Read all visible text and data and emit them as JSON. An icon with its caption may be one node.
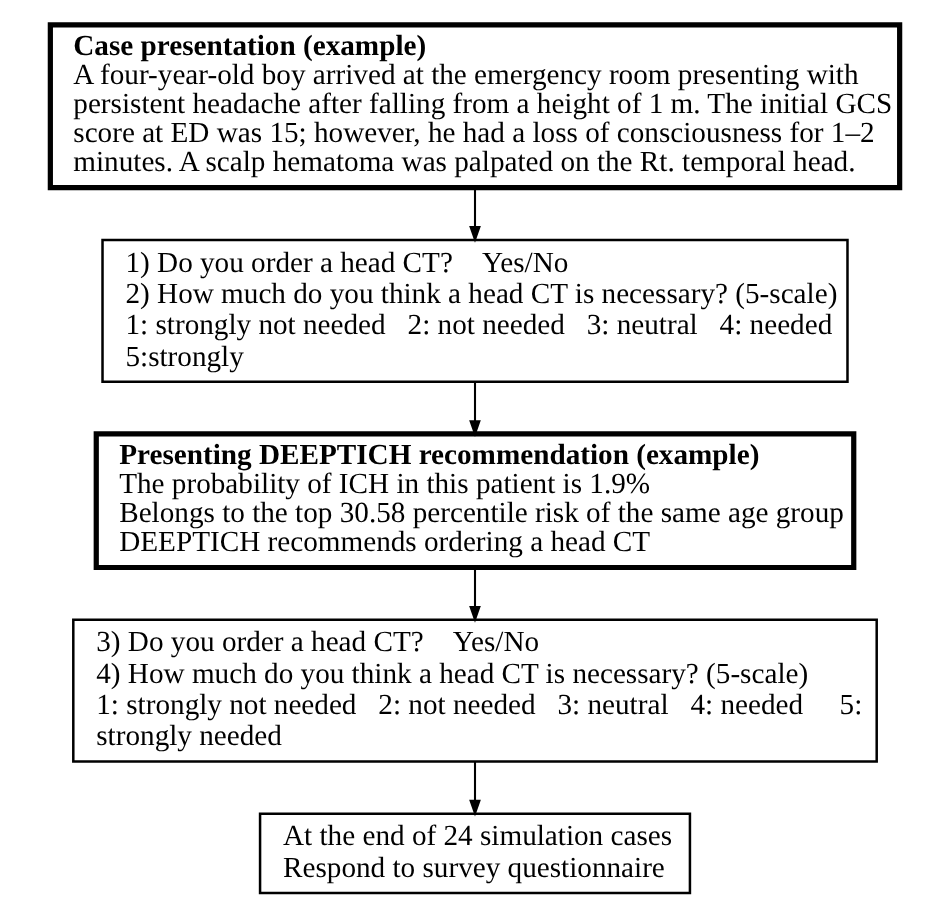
{
  "diagram": {
    "nodes": [
      {
        "text": [
          "Case presentation (example)",
          "A four-year-old boy arrived at the emergency room presenting with persistent headache after falling from a height of 1 m. The initial GCS score at ED was 15; however, he had a loss of consciousness for 1–2 minutes. A scalp hematoma was palpated on the Rt. temporal head."
        ]
      },
      {
        "text": [
          "1) Do you order a head CT?    Yes/No",
          "2) How much do you think a head CT is necessary? (5-scale)",
          "1: strongly not needed   2: not needed   3: neutral   4: needed     5:strongly"
        ]
      },
      {
        "text": [
          "Presenting DEEPTICH recommendation (example)",
          "The probability of ICH in this patient is 1.9%",
          "Belongs to the top 30.58 percentile risk of the same age group",
          "DEEPTICH recommends ordering a head CT"
        ]
      },
      {
        "text": [
          "3) Do you order a head CT?    Yes/No",
          "4) How much do you think a head CT is necessary? (5-scale)",
          "1: strongly not needed   2: not needed   3: neutral   4: needed     5: strongly needed"
        ]
      },
      {
        "text": [
          "At the end of 24 simulation cases",
          "Respond to survey questionnaire"
        ]
      }
    ],
    "edges": [
      {
        "from": 0,
        "to": 1,
        "arrow": "to"
      },
      {
        "from": 1,
        "to": 2,
        "arrow": "to"
      },
      {
        "from": 2,
        "to": 3,
        "arrow": "to"
      },
      {
        "from": 3,
        "to": 4,
        "arrow": "to"
      }
    ]
  }
}
